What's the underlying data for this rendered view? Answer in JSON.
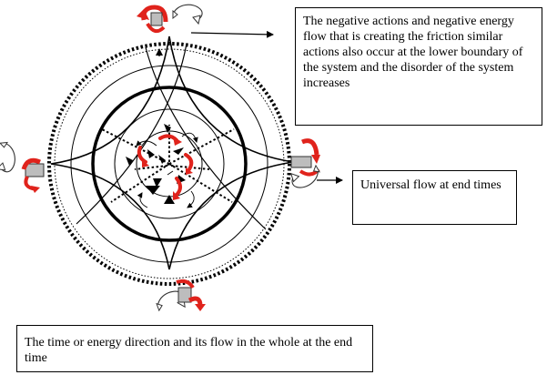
{
  "annotations": {
    "top": "The negative actions and negative energy flow that is creating the friction similar actions also occur at the lower boundary of the system and the disorder of the system increases",
    "right": "Universal flow at end times",
    "bottom": "The time or energy direction and its flow in the whole at the end time"
  },
  "icons": [
    "red-curved-arrow-icon",
    "grey-curved-arrow-icon",
    "grey-cylinder-icon"
  ],
  "colors": {
    "ink": "#000000",
    "accent": "#e0231c",
    "cylinder": "#bdbdbd"
  }
}
